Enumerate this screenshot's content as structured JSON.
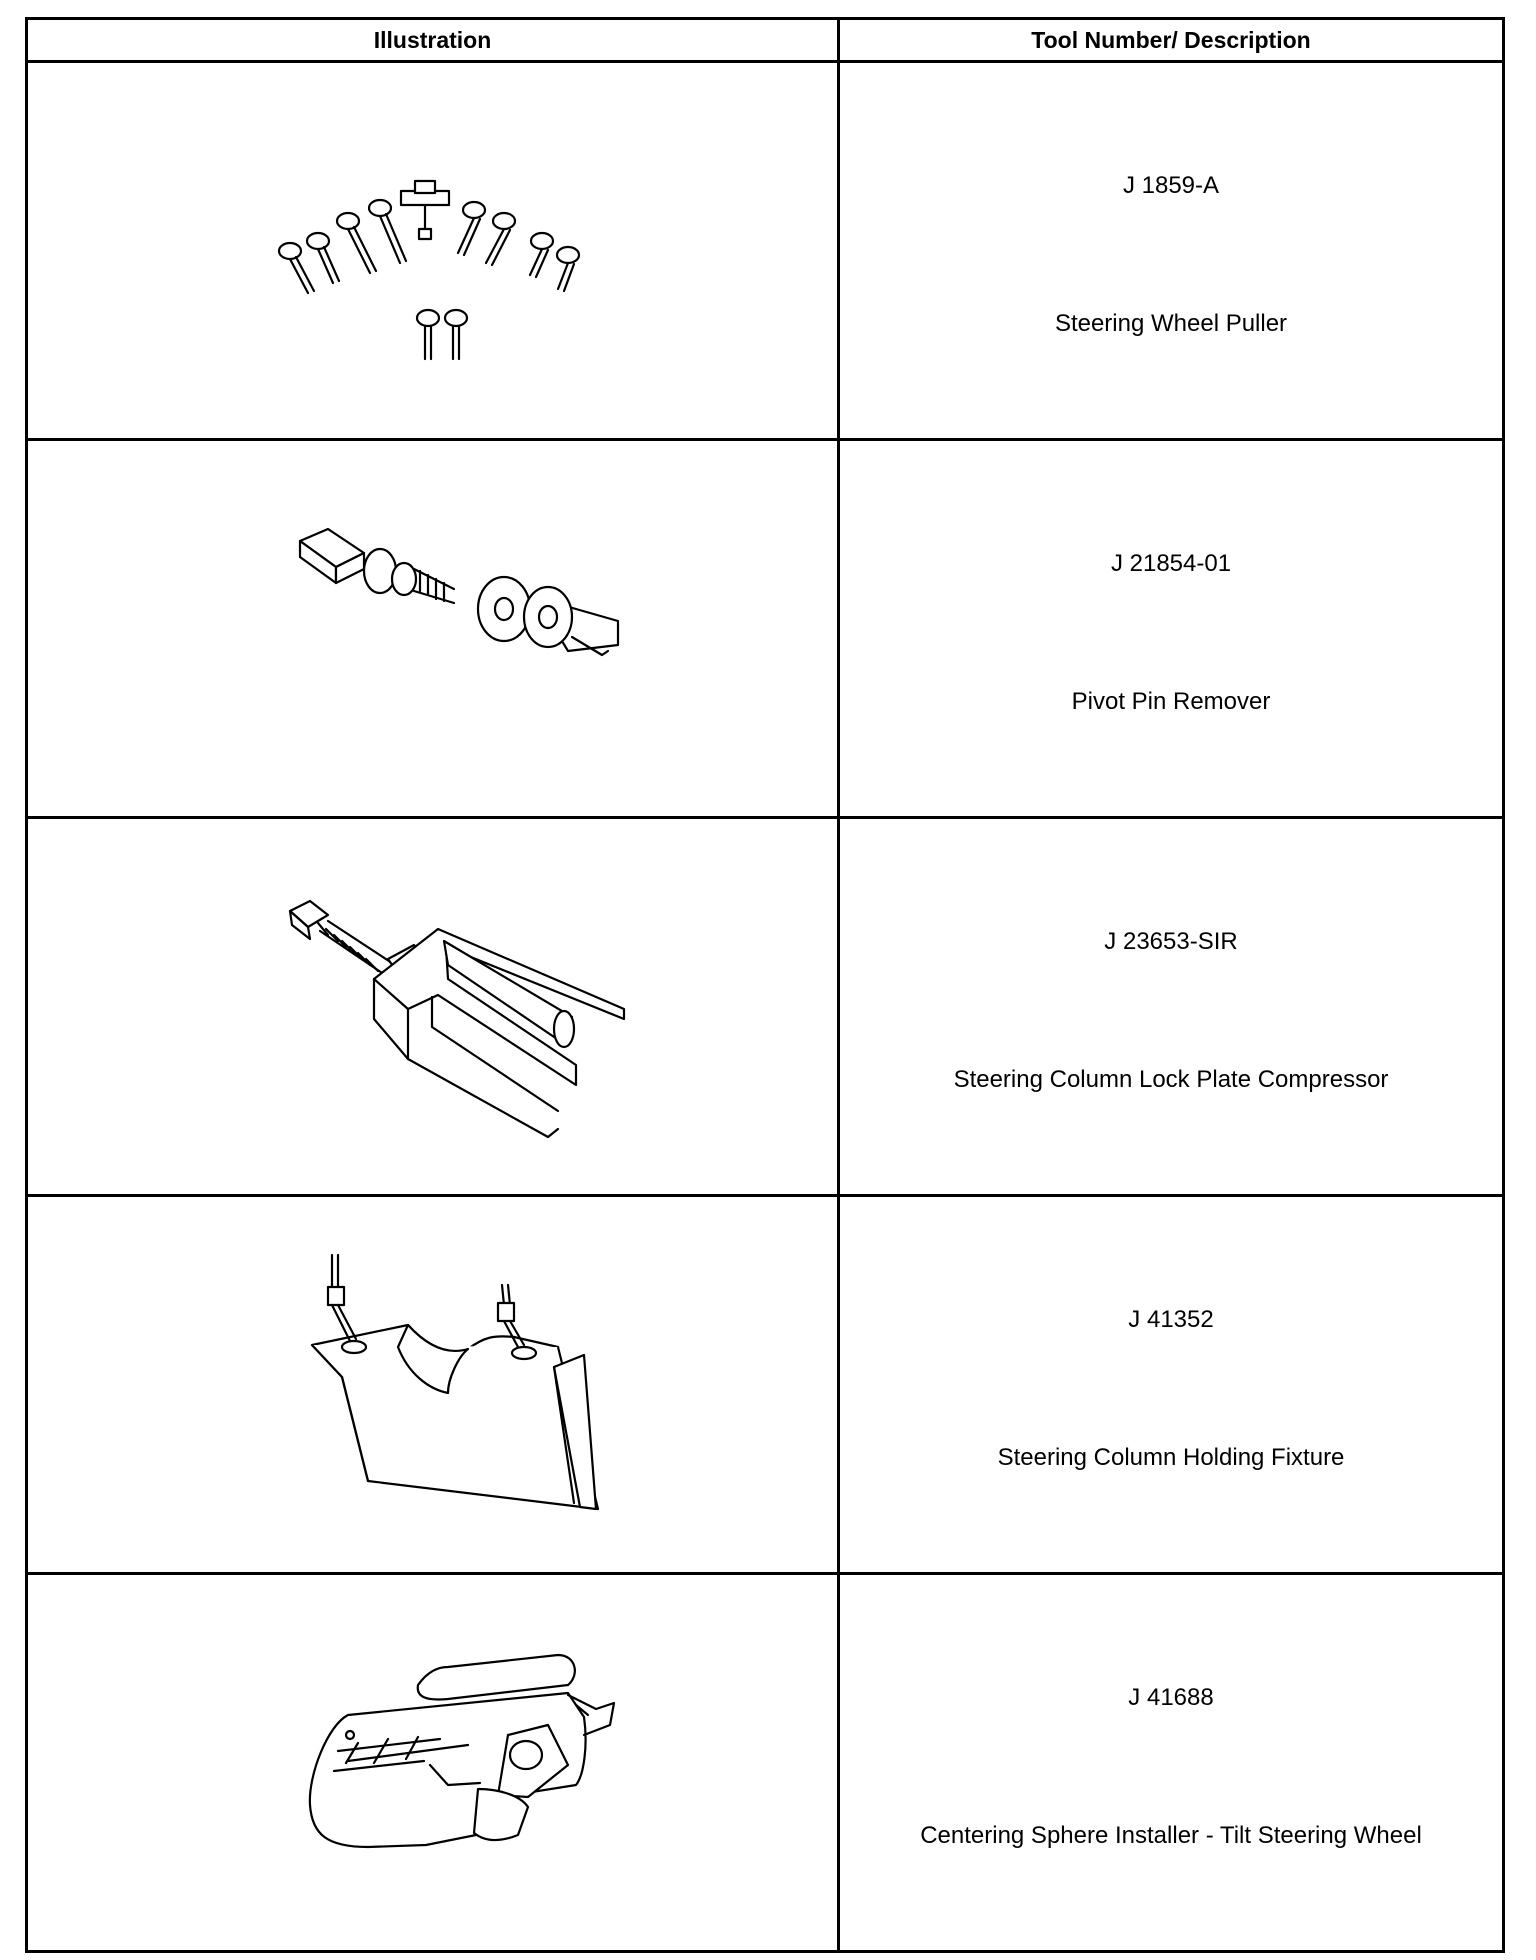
{
  "table": {
    "headers": {
      "illustration": "Illustration",
      "tool": "Tool Number/ Description"
    },
    "rows": [
      {
        "number": "J 1859-A",
        "description": "Steering Wheel Puller",
        "icon": "steering-wheel-puller-icon"
      },
      {
        "number": "J 21854-01",
        "description": "Pivot Pin Remover",
        "icon": "pivot-pin-remover-icon"
      },
      {
        "number": "J 23653-SIR",
        "description": "Steering Column Lock Plate Compressor",
        "icon": "lock-plate-compressor-icon"
      },
      {
        "number": "J 41352",
        "description": "Steering Column Holding Fixture",
        "icon": "holding-fixture-icon"
      },
      {
        "number": "J 41688",
        "description": "Centering Sphere Installer - Tilt Steering Wheel",
        "icon": "centering-sphere-installer-icon"
      }
    ]
  }
}
